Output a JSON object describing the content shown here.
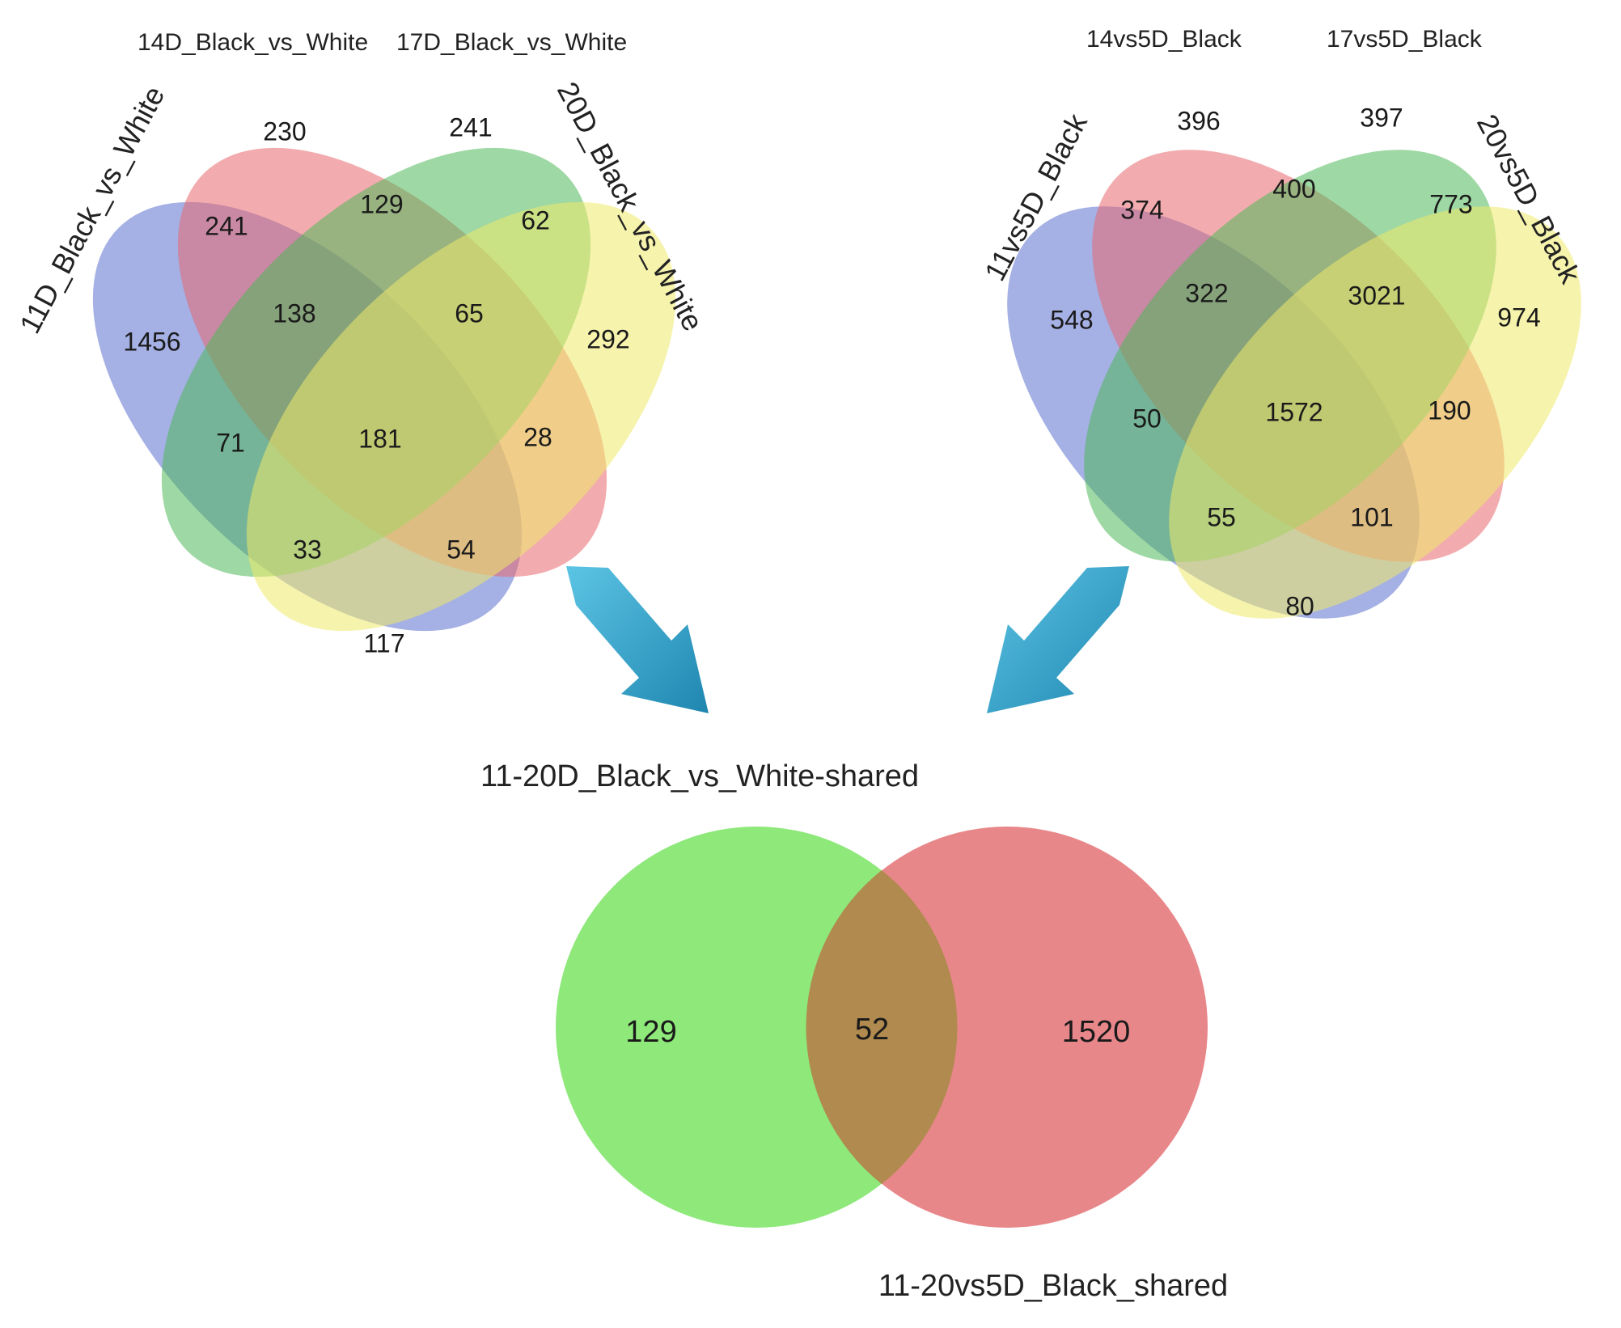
{
  "left_venn": {
    "set_labels": [
      "11D_Black_vs_White",
      "14D_Black_vs_White",
      "17D_Black_vs_White",
      "20D_Black_vs_White"
    ],
    "set_colors": [
      "#5b6fce",
      "#e8676e",
      "#4fb85a",
      "#efea6a"
    ],
    "counts": {
      "only_11": "1456",
      "only_14": "230",
      "only_17": "241",
      "only_20": "292",
      "r_11_14": "241",
      "r_14_17": "129",
      "r_17_20": "62",
      "r_11_14_17": "138",
      "r_14_17_20": "65",
      "r_11_17": "71",
      "r_all": "181",
      "r_14_20": "28",
      "r_11_17_20": "33",
      "r_11_14_20": "54",
      "r_11_20": "117"
    }
  },
  "right_venn": {
    "set_labels": [
      "11vs5D_Black",
      "14vs5D_Black",
      "17vs5D_Black",
      "20vs5D_Black"
    ],
    "set_colors": [
      "#5b6fce",
      "#e8676e",
      "#4fb85a",
      "#efea6a"
    ],
    "counts": {
      "only_11": "548",
      "only_14": "396",
      "only_17": "397",
      "only_20": "974",
      "r_11_14": "374",
      "r_14_17": "400",
      "r_17_20": "773",
      "r_11_14_17": "322",
      "r_14_17_20": "3021",
      "r_11_17": "50",
      "r_all": "1572",
      "r_14_20": "190",
      "r_11_17_20": "55",
      "r_11_14_20": "101",
      "r_11_20": "80"
    }
  },
  "arrow_color": "#2a9cc4",
  "bottom_venn": {
    "left_label": "11-20D_Black_vs_White-shared",
    "right_label": "11-20vs5D_Black_shared",
    "left_color": "#8ee87a",
    "right_color": "#e8878a",
    "overlap_color": "#b08a4e",
    "left_only": "129",
    "overlap": "52",
    "right_only": "1520"
  }
}
